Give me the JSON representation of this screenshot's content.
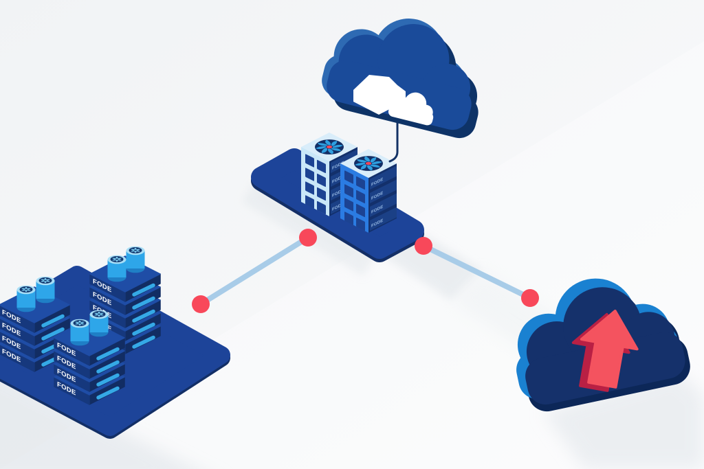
{
  "illustration": {
    "node_label": "FODE",
    "left_cluster": {
      "stack_layer_counts": [
        4,
        5,
        4
      ],
      "disks_per_stack": 2
    },
    "gateway": {
      "tower_count": 2,
      "bands_per_tower": 4,
      "fans_per_tower": 1
    },
    "links": {
      "count": 2,
      "endpoint_style": "red-dot"
    },
    "colors": {
      "background": "#f5f6f7",
      "platform_navy": "#1d4499",
      "under_navy": "#142f66",
      "deep_navy": "#13306b",
      "cloud_navy": "#1a4b9a",
      "cloud_highlight": "#2e6ab3",
      "cloud_dark": "#0e3367",
      "bright_blue": "#1a81d1",
      "light_blue_face": "#c9e7f8",
      "mid_blue_face": "#2b7ce2",
      "tower_top": "#d9edfa",
      "slot_navy": "#1c4392",
      "vent_blue": "#35a9e6",
      "disk_blue": "#2ea6e9",
      "link_blue": "#a8cce8",
      "accent_red": "#f8485a",
      "arrow_red": "#f4535f",
      "arrow_dark_red": "#b92044",
      "shadow_gray": "#dfe4e9"
    }
  }
}
